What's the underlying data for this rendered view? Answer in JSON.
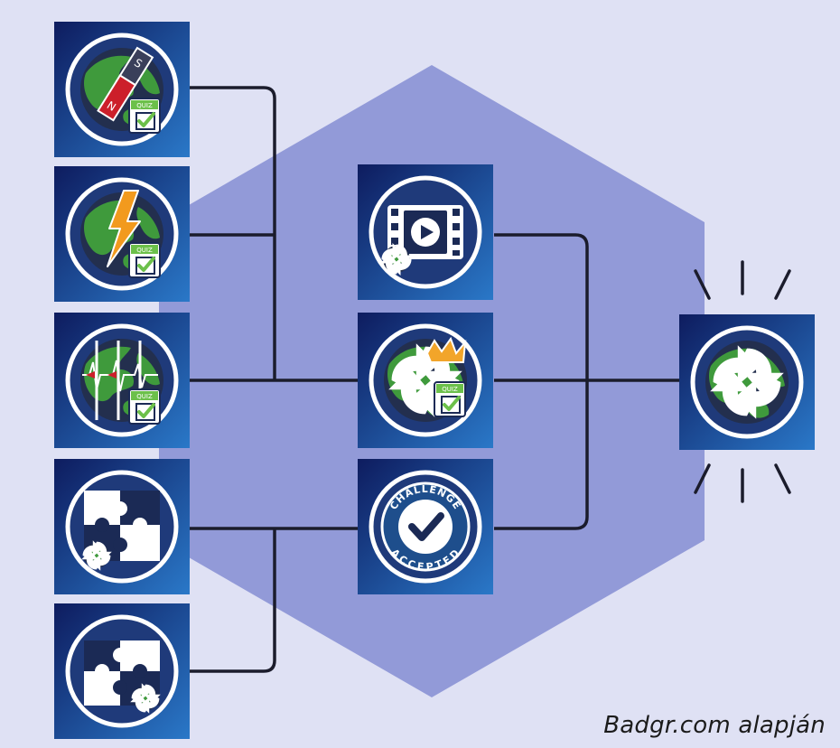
{
  "credit": "Badgr.com alapján",
  "colors": {
    "panel_bg": "#dfe1f4",
    "hexagon": "#929ad8",
    "badge_dark": "#0e1c5f",
    "badge_light": "#2a78c8",
    "connector": "#1b1c2c",
    "ring": "#ffffff",
    "earth_ocean": "#232f4e",
    "earth_land": "#3f9a3c",
    "quiz_green": "#6cc04a"
  },
  "badges": {
    "magnet_quiz": {
      "icon": "magnet-globe-quiz-icon",
      "quiz": "QUIZ",
      "label_n": "N",
      "label_s": "S"
    },
    "lightning_quiz": {
      "icon": "lightning-globe-quiz-icon",
      "quiz": "QUIZ"
    },
    "seismograph_quiz": {
      "icon": "seismograph-globe-quiz-icon",
      "quiz": "QUIZ"
    },
    "puzzle_a": {
      "icon": "puzzle-arrows-icon"
    },
    "puzzle_b": {
      "icon": "puzzle-arrows-icon"
    },
    "video": {
      "icon": "video-play-arrows-icon"
    },
    "crown_quiz": {
      "icon": "crown-cycle-quiz-icon",
      "quiz": "QUIZ"
    },
    "challenge": {
      "icon": "challenge-accepted-checkmark-icon",
      "top_text": "CHALLENGE",
      "bottom_text": "ACCEPTED"
    },
    "final": {
      "icon": "globe-cycle-arrows-icon"
    }
  }
}
